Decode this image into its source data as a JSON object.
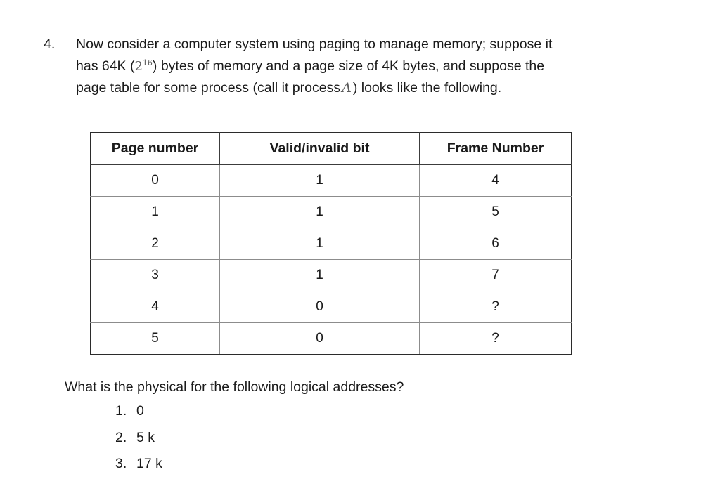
{
  "question": {
    "number": "4.",
    "line1": "Now consider a computer system using paging to manage memory; suppose it",
    "line2_before_math": "has 64K (",
    "math_base": "2",
    "math_exponent": "16",
    "line2_after_math": ") bytes of memory and a page size of 4K bytes, and suppose the",
    "line3_before_var": "page table for some process (call it process",
    "process_variable": "A",
    "line3_after_var": ") looks like the following."
  },
  "table": {
    "headers": [
      "Page number",
      "Valid/invalid bit",
      "Frame Number"
    ],
    "rows": [
      [
        "0",
        "1",
        "4"
      ],
      [
        "1",
        "1",
        "5"
      ],
      [
        "2",
        "1",
        "6"
      ],
      [
        "3",
        "1",
        "7"
      ],
      [
        "4",
        "0",
        "?"
      ],
      [
        "5",
        "0",
        "?"
      ]
    ]
  },
  "followup": {
    "prompt": "What is the physical for the following logical addresses?",
    "items": [
      {
        "number": "1.",
        "value": "0"
      },
      {
        "number": "2.",
        "value": "5 k"
      },
      {
        "number": "3.",
        "value": "17 k"
      }
    ]
  },
  "colors": {
    "text": "#1a1a1a",
    "math": "#5a5a5a",
    "table_border_outer": "#2b2b2b",
    "table_border_inner": "#8c8c8c",
    "table_border_light": "#c9c9c9",
    "background": "#ffffff"
  }
}
